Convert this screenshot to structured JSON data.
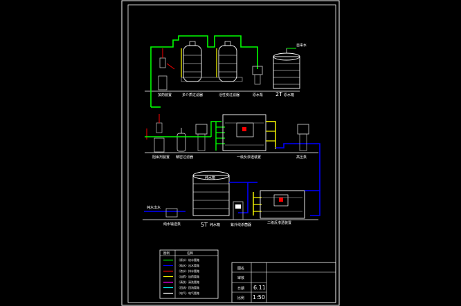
{
  "colors": {
    "background": "#000000",
    "frame": "#ffffff",
    "green_pipe": "#00ff00",
    "blue_pipe": "#0000ff",
    "yellow_pipe": "#ffff00",
    "red_pipe": "#ff0000",
    "grey_equipment": "#bfbfbf"
  },
  "labels": {
    "top_right_inlet": "自来水",
    "row1_dosing": "加药装置",
    "row1_filter1": "多介质过滤器",
    "row1_filter2": "活性炭过滤器",
    "row1_pump": "原水泵",
    "row1_tank_volume": "2T",
    "row1_tank_name": "原水箱",
    "row2_dosing": "阻垢剂装置",
    "row2_cartridge": "精密过滤器",
    "row2_ro": "一级反渗透装置",
    "row2_pump": "高压泵",
    "row3_tank_name": "纯水箱",
    "row3_outlet": "纯水出水",
    "row3_pump": "纯水输送泵",
    "row3_tank_volume": "5T",
    "row3_tank_suffix": "纯水箱",
    "row3_uv": "紫外线杀菌器",
    "row3_ro2": "二级反渗透装置"
  },
  "legend": {
    "header_symbol": "图例",
    "header_name": "名称",
    "rows": [
      {
        "color": "#00ff00",
        "text": "（原水）给水管路"
      },
      {
        "color": "#0000ff",
        "text": "（纯水）出水管路"
      },
      {
        "color": "#ff0000",
        "text": "（浓水）排水管路"
      },
      {
        "color": "#ffff00",
        "text": "（加药）加药管路"
      },
      {
        "color": "#ff00ff",
        "text": "（清洗）清洗管路"
      },
      {
        "color": "#00ffff",
        "text": "（回流）回流管路"
      },
      {
        "color": "#ffffff",
        "text": "（电气）电气管路"
      }
    ]
  },
  "title_block": {
    "row1_label": "图名",
    "row2_label": "审核",
    "row3_label": "日期",
    "row3_value": "6.11",
    "row4_label": "比例",
    "row4_value": "1:50"
  }
}
